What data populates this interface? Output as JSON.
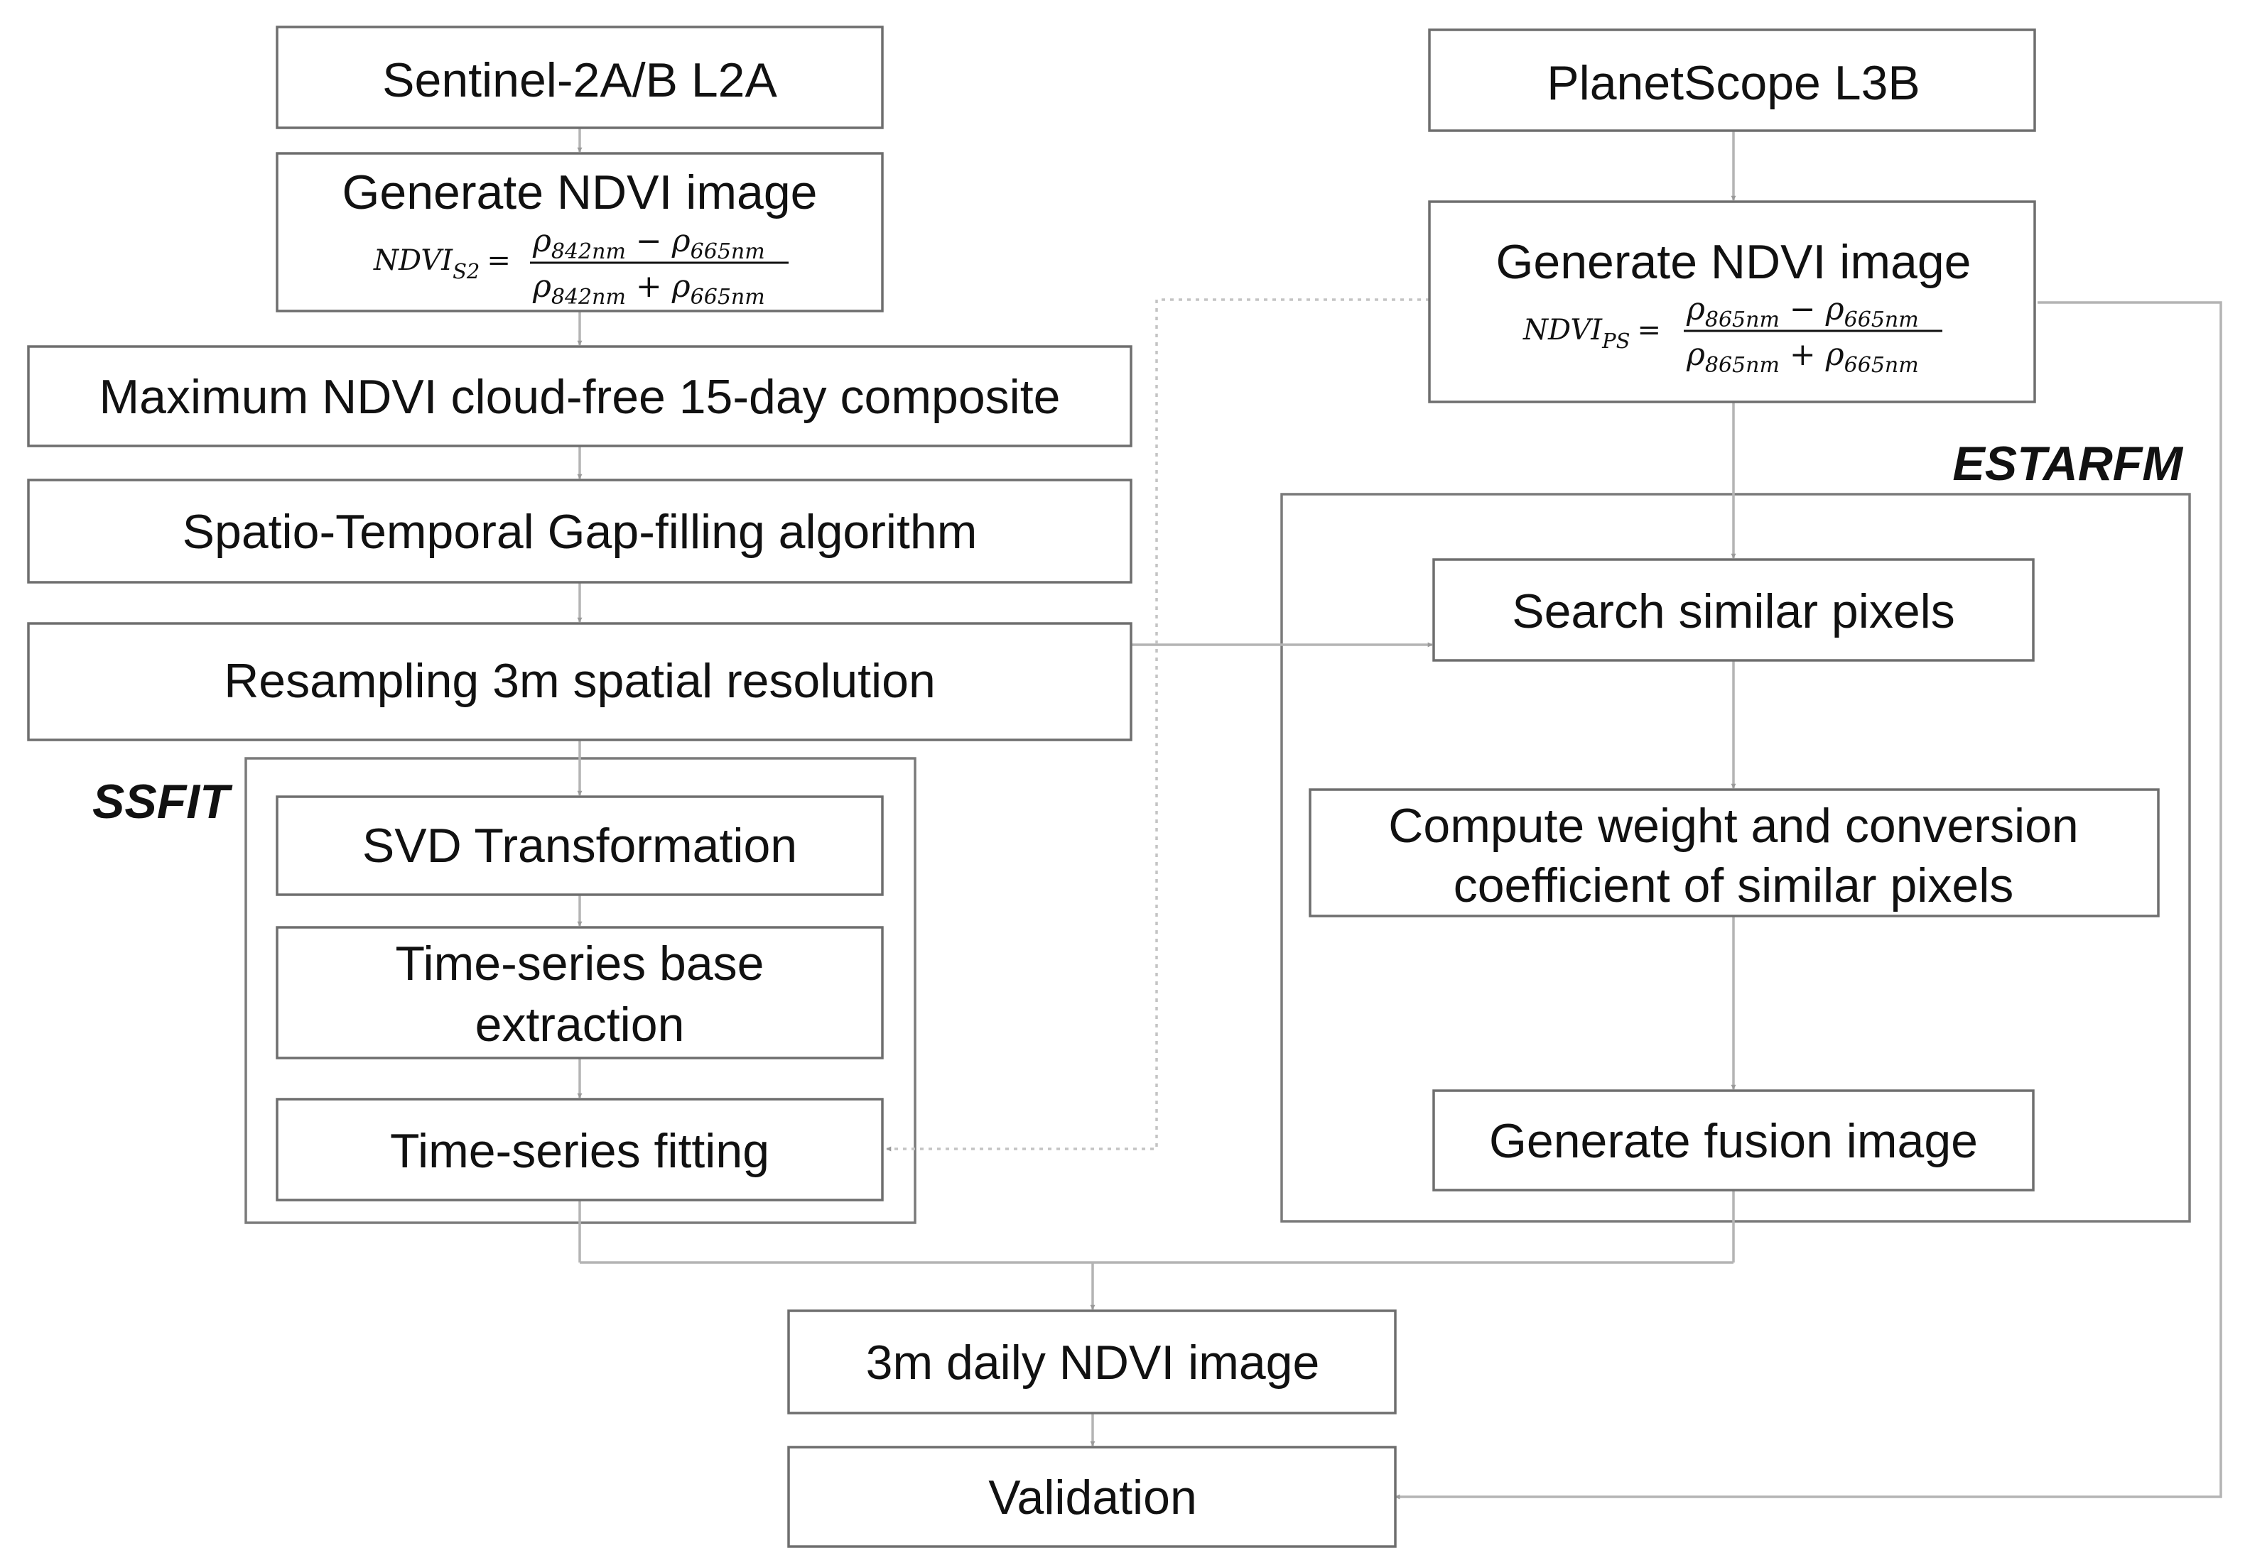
{
  "nodes": {
    "s2_source": "Sentinel-2A/B L2A",
    "s2_ndvi": "Generate NDVI image",
    "max_composite": "Maximum NDVI cloud-free 15-day composite",
    "gap_filling": "Spatio-Temporal Gap-filling algorithm",
    "resampling": "Resampling 3m spatial resolution",
    "svd": "SVD Transformation",
    "base_line1": "Time-series base",
    "base_line2": "extraction",
    "fitting": "Time-series fitting",
    "ps_source": "PlanetScope L3B",
    "ps_ndvi": "Generate NDVI image",
    "search": "Search similar pixels",
    "weight_line1": "Compute weight and conversion",
    "weight_line2": "coefficient of similar pixels",
    "fusion": "Generate fusion image",
    "daily": "3m daily NDVI image",
    "validation": "Validation"
  },
  "groups": {
    "ssfit": "SSFIT",
    "estarfm": "ESTARFM"
  },
  "formulas": {
    "s2": {
      "lhs_base": "NDVI",
      "lhs_sub": "S2",
      "equals": "=",
      "num_a_base": "ρ",
      "num_a_sub": "842nm",
      "num_op": "−",
      "num_b_base": "ρ",
      "num_b_sub": "665nm",
      "den_a_base": "ρ",
      "den_a_sub": "842nm",
      "den_op": "+",
      "den_b_base": "ρ",
      "den_b_sub": "665nm"
    },
    "ps": {
      "lhs_base": "NDVI",
      "lhs_sub": "PS",
      "equals": "=",
      "num_a_base": "ρ",
      "num_a_sub": "865nm",
      "num_op": "−",
      "num_b_base": "ρ",
      "num_b_sub": "665nm",
      "den_a_base": "ρ",
      "den_a_sub": "865nm",
      "den_op": "+",
      "den_b_base": "ρ",
      "den_b_sub": "665nm"
    }
  }
}
